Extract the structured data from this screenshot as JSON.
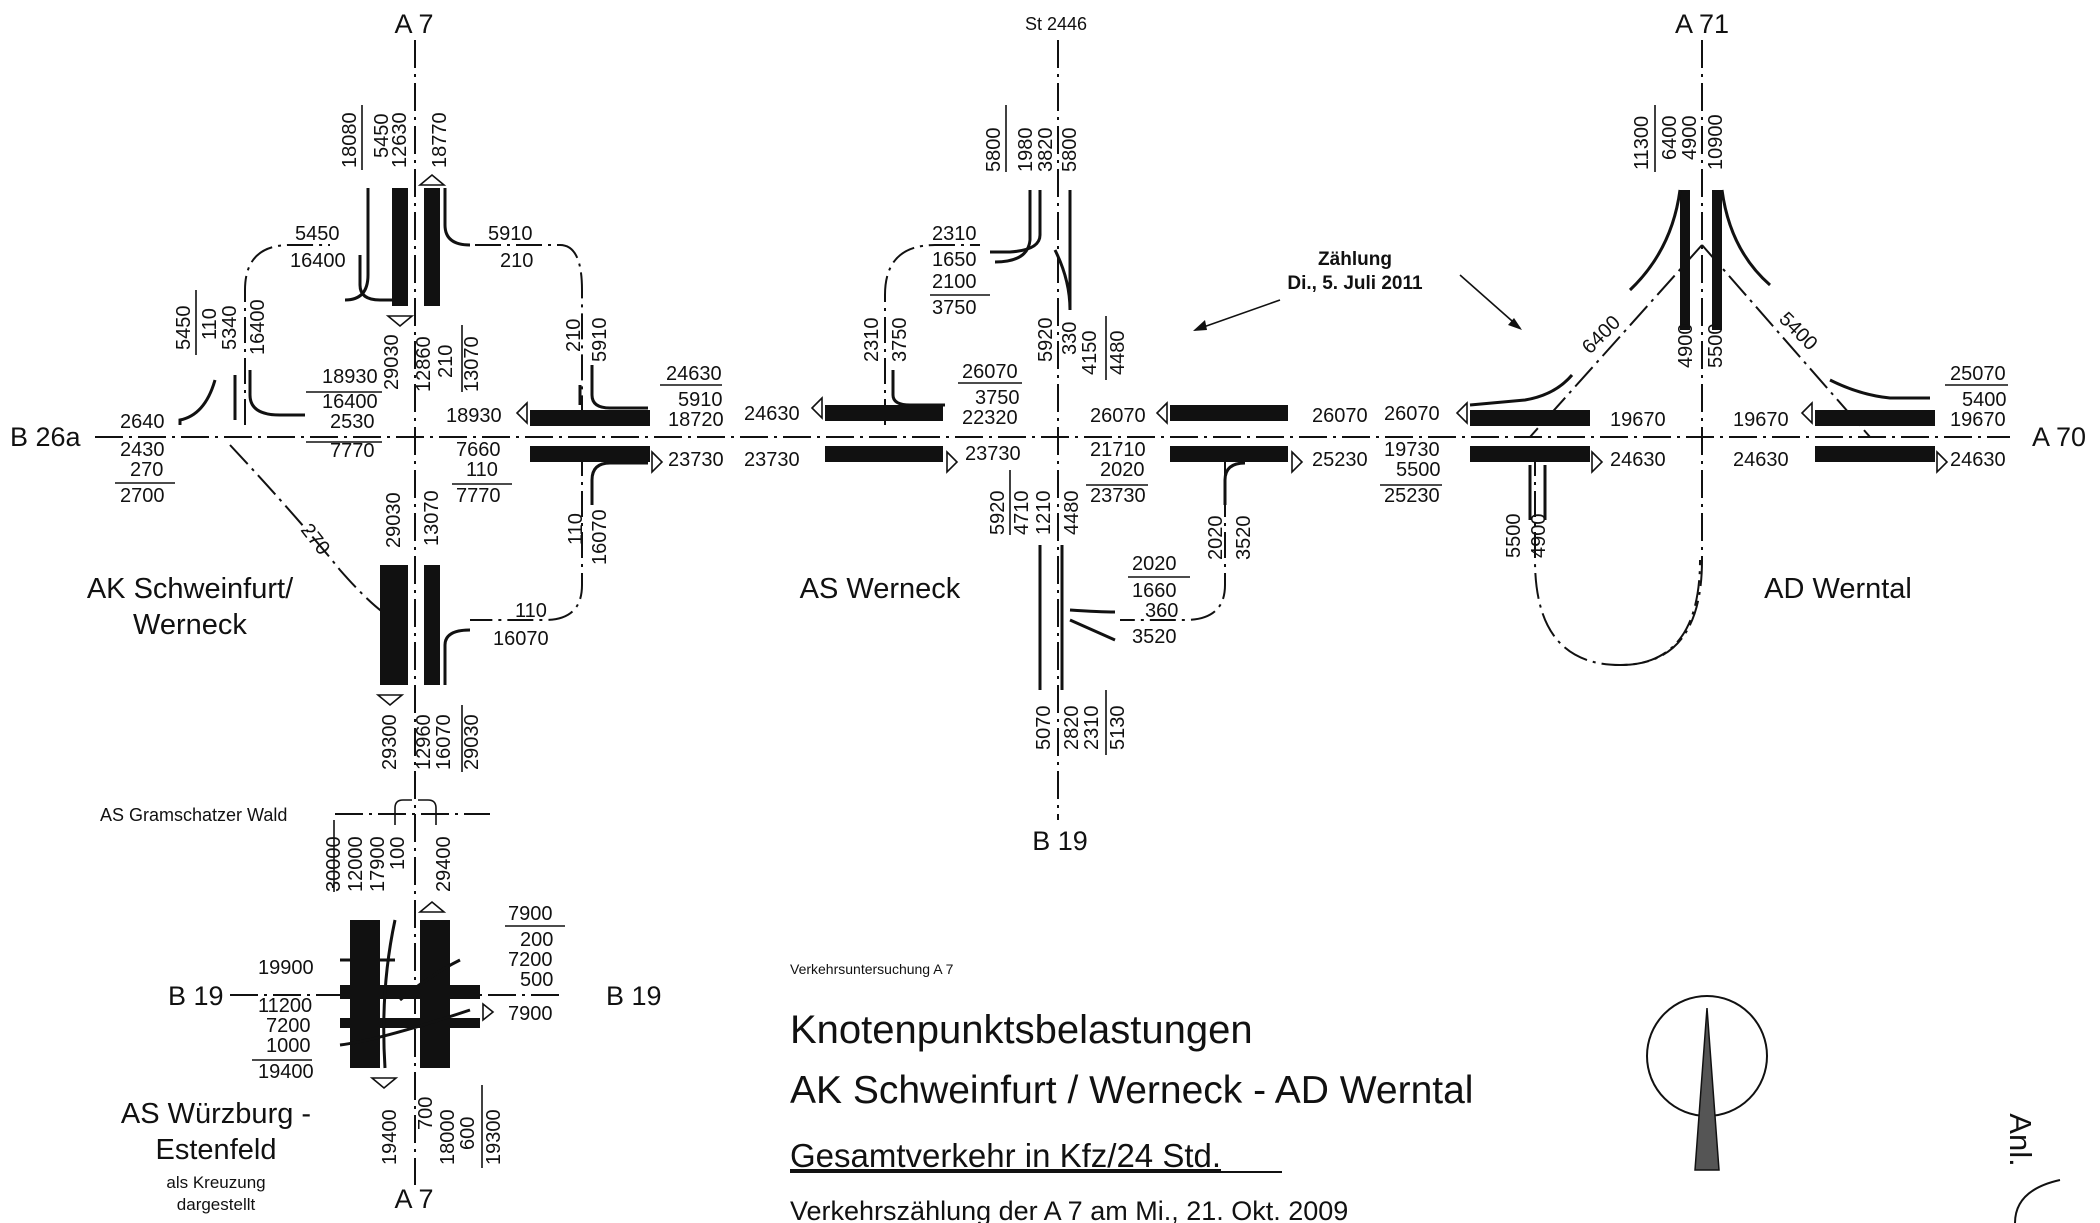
{
  "title_block": {
    "study": "Verkehrsuntersuchung  A 7",
    "heading": "Knotenpunktsbelastungen",
    "subheading": "AK Schweinfurt / Werneck - AD Werntal",
    "subject": "Gesamtverkehr in Kfz/24 Std.",
    "footnote": "Verkehrszählung der A 7 am Mi., 21. Okt. 2009",
    "annex_label": "Anl."
  },
  "count_note": {
    "line1": "Zählung",
    "line2": "Di., 5. Juli 2011"
  },
  "roads": {
    "a7_north": "A 7",
    "a7_south": "A 7",
    "st2446": "St 2446",
    "a71": "A 71",
    "b26a": "B 26a",
    "a70": "A 70",
    "b19_mid": "B 19",
    "b19_west": "B 19",
    "b19_east": "B 19"
  },
  "nodes": {
    "ak_line1": "AK Schweinfurt/",
    "ak_line2": "Werneck",
    "as_werneck": "AS Werneck",
    "ad_werntal": "AD Werntal",
    "gramschatz": "AS Gramschatzer Wald",
    "wue_line1": "AS Würzburg -",
    "wue_line2": "Estenfeld",
    "wue_note1": "als Kreuzung",
    "wue_note2": "dargestellt"
  },
  "ak_schweinfurt": {
    "north_top": [
      "18080",
      "5450",
      "12630",
      "18770"
    ],
    "nw_ramp": [
      "5450",
      "16400"
    ],
    "ne_ramp": [
      "5910",
      "210"
    ],
    "west_top": [
      "5450",
      "110",
      "5340",
      "16400"
    ],
    "center_top": [
      "29030",
      "12860",
      "210",
      "13070"
    ],
    "left_in": "2640",
    "left_out": [
      "2430",
      "270",
      "2700"
    ],
    "mid_left": [
      "18930",
      "16400",
      "2530",
      "7770"
    ],
    "mid_right_in": "18930",
    "mid_right_out": [
      "7660",
      "110",
      "7770"
    ],
    "ne_vertical": [
      "210",
      "5910"
    ],
    "east_top": [
      "24630",
      "5910",
      "18720"
    ],
    "east_out": "23730",
    "ramp_270": "270",
    "center_bottom": [
      "29030",
      "13070"
    ],
    "se_vertical": [
      "110",
      "16070"
    ],
    "se_ramp": [
      "110",
      "16070"
    ],
    "south_bottom": [
      "29300",
      "12960",
      "16070",
      "29030"
    ]
  },
  "as_werneck": {
    "north_top": [
      "5800",
      "1980",
      "3820",
      "5800"
    ],
    "nw_ramp": [
      "2310",
      "1650",
      "2100",
      "3750"
    ],
    "nw_vertical": [
      "2310",
      "3750"
    ],
    "west_in": "24630",
    "west_out": "23730",
    "center_top": [
      "26070",
      "3750",
      "22320"
    ],
    "center_out": "23730",
    "north_bottom": [
      "5920",
      "330",
      "4150",
      "4480"
    ],
    "right_in": "26070",
    "right_out": [
      "21710",
      "2020",
      "23730"
    ],
    "east_in": "26070",
    "east_out": "25230",
    "south_top": [
      "5920",
      "4710",
      "1210",
      "4480"
    ],
    "se_ramp": [
      "2020",
      "1660",
      "360",
      "3520"
    ],
    "se_vertical": [
      "2020",
      "3520"
    ],
    "south_bottom": [
      "5070",
      "2820",
      "2310",
      "5130"
    ]
  },
  "ad_werntal": {
    "north_top": [
      "11300",
      "6400",
      "4900",
      "10900"
    ],
    "diag_left": "6400",
    "diag_right": "5400",
    "center_vertical": [
      "4900",
      "5500"
    ],
    "west_in": "26070",
    "west_out": [
      "19730",
      "5500",
      "25230"
    ],
    "mid_left": "19670",
    "mid_left_out": "24630",
    "mid_right": "19670",
    "mid_right_out": "24630",
    "east_top": [
      "25070",
      "5400",
      "19670"
    ],
    "east_out": "24630",
    "loop_vertical": [
      "5500",
      "4900"
    ]
  },
  "gramschatz": {
    "south_values": [
      "30000",
      "12000",
      "17900",
      "100"
    ],
    "north_value": "29400"
  },
  "wuerzburg": {
    "ne": [
      "7900",
      "200",
      "7200",
      "500"
    ],
    "east_out": "7900",
    "west_in": "19900",
    "west_out": [
      "11200",
      "7200",
      "1000",
      "19400"
    ],
    "south": [
      "19400",
      "700",
      "18000",
      "600",
      "19300"
    ]
  },
  "colors": {
    "ink": "#111111",
    "arrow_fill": "#555555",
    "background": "#ffffff"
  }
}
